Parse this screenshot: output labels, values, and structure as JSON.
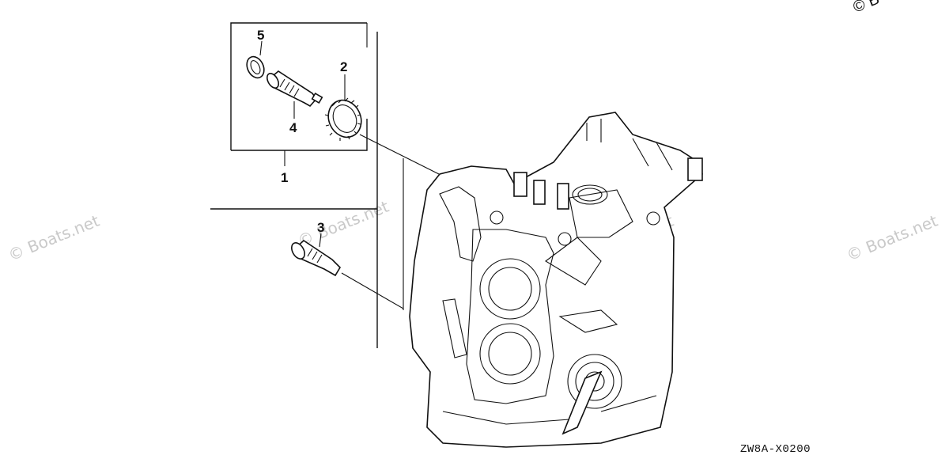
{
  "diagram": {
    "drawing_code": "ZW8A-X0200",
    "callouts": [
      "5",
      "2",
      "4",
      "1",
      "3"
    ],
    "watermark": "© Boats.net",
    "corner_mark": "© B"
  }
}
